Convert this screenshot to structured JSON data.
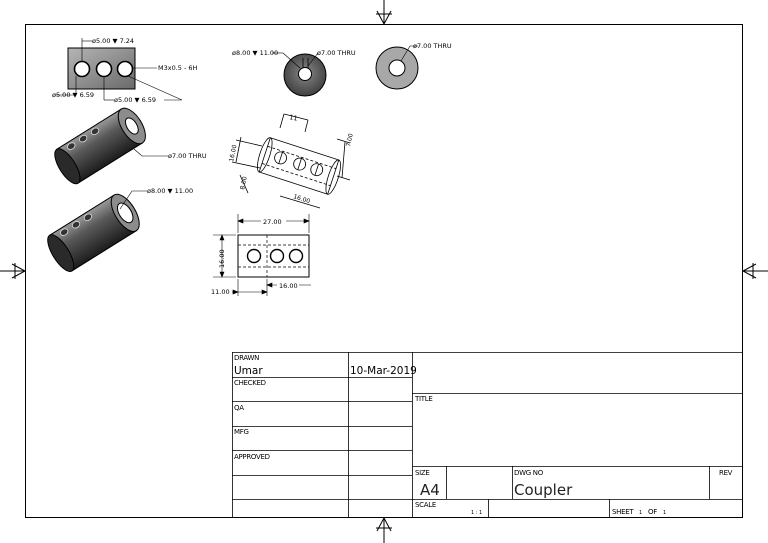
{
  "drawing": {
    "dims": {
      "hole_top": "ø5.00 ▼ 7.24",
      "thread": "M3x0.5 - 6H",
      "hole_left": "ø5.00 ▼ 6.59",
      "hole_right": "ø5.00 ▼ 6.59",
      "bore_big": "ø8.00 ▼ 11.00",
      "bore_thru_a": "ø7.00 THRU",
      "bore_thru_b": "ø7.00 THRU",
      "iso_thru": "ø7.00 THRU",
      "iso_bore": "ø8.00 ▼ 11.00",
      "iso_11": "11",
      "iso_16": "16.00",
      "iso_8": "8.00",
      "iso_16b": "16.00",
      "iso_7": "7.00",
      "front_27": "27.00",
      "front_16h": "16.00",
      "front_16w": "16.00",
      "front_11": "11.00"
    }
  },
  "title_block": {
    "drawn_label": "DRAWN",
    "drawn_by": "Umar",
    "drawn_date": "10-Mar-2019",
    "checked_label": "CHECKED",
    "qa_label": "QA",
    "mfg_label": "MFG",
    "approved_label": "APPROVED",
    "title_label": "TITLE",
    "size_label": "SIZE",
    "size_value": "A4",
    "dwg_no_label": "DWG NO",
    "dwg_no_value": "Coupler",
    "rev_label": "REV",
    "scale_label": "SCALE",
    "scale_value": "1 : 1",
    "sheet_label": "SHEET",
    "sheet_num": "1",
    "of_label": "OF",
    "sheet_total": "1"
  }
}
